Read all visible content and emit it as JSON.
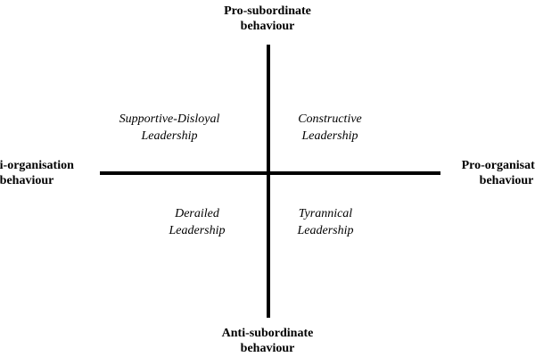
{
  "poles": {
    "top": [
      "Pro-subordinate",
      "behaviour"
    ],
    "bottom": [
      "Anti-subordinate",
      "behaviour"
    ],
    "left": [
      "Anti-organisation",
      "behaviour"
    ],
    "right": [
      "Pro-organisation",
      "behaviour"
    ]
  },
  "quadrants": {
    "top_left": [
      "Supportive-Disloyal",
      "Leadership"
    ],
    "top_right": [
      "Constructive",
      "Leadership"
    ],
    "bottom_left": [
      "Derailed",
      "Leadership"
    ],
    "bottom_right": [
      "Tyrannical",
      "Leadership"
    ]
  }
}
